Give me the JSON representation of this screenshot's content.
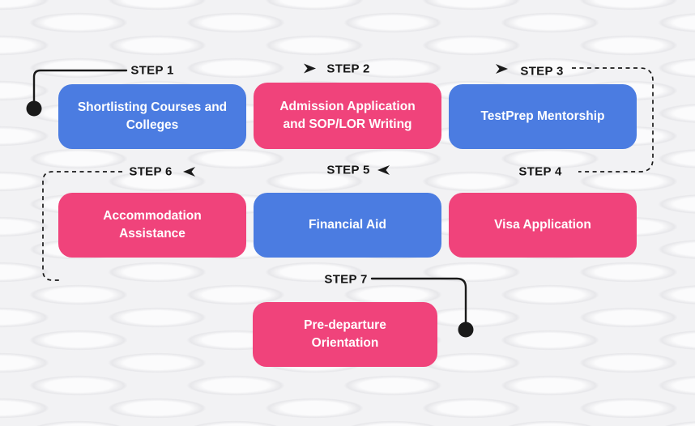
{
  "colors": {
    "blue": "#4b7ce1",
    "pink": "#f0437b",
    "line": "#1a1a1a",
    "label": "#141414",
    "card_text": "#ffffff",
    "background": "#f2f2f4"
  },
  "steps": [
    {
      "step_label": "STEP 1",
      "title": "Shortlisting Courses and Colleges",
      "variant": "blue"
    },
    {
      "step_label": "STEP 2",
      "title": "Admission Application and SOP/LOR Writing",
      "variant": "pink"
    },
    {
      "step_label": "STEP 3",
      "title": "TestPrep Mentorship",
      "variant": "blue"
    },
    {
      "step_label": "STEP 4",
      "title": "Visa Application",
      "variant": "pink"
    },
    {
      "step_label": "STEP 5",
      "title": "Financial Aid",
      "variant": "blue"
    },
    {
      "step_label": "STEP 6",
      "title": "Accommodation Assistance",
      "variant": "pink"
    },
    {
      "step_label": "STEP 7",
      "title": "Pre-departure Orientation",
      "variant": "pink"
    }
  ],
  "icons": {
    "forward_arrowhead": "➤",
    "backward_arrowhead": "◄",
    "start_dot": "filled-black-circle",
    "end_dot": "filled-black-circle"
  }
}
